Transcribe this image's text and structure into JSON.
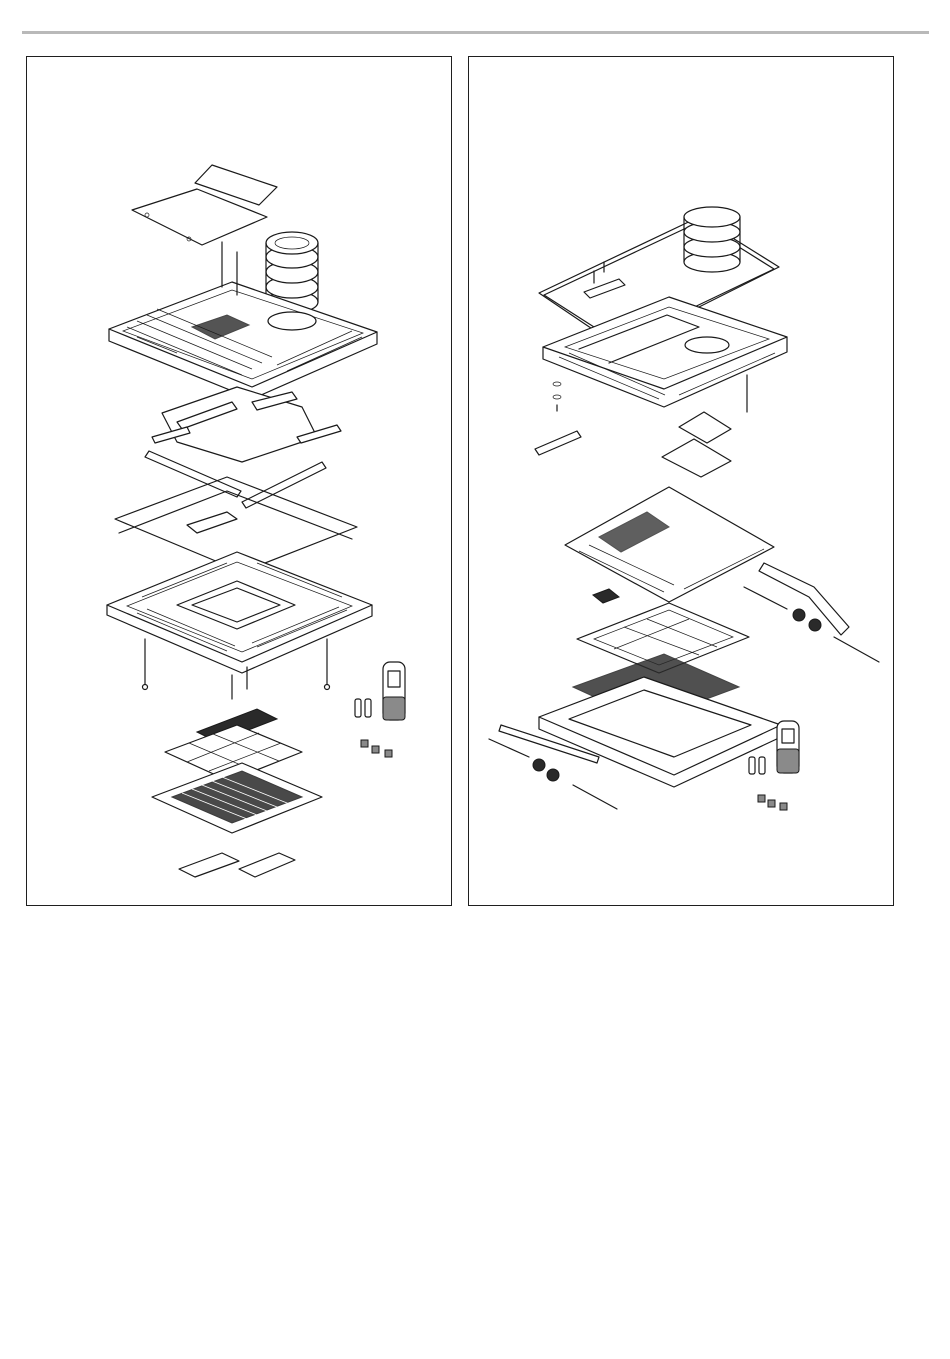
{
  "page": {
    "colors": {
      "rule": "#b9b9b9",
      "line": "#1a1a1a",
      "fill_dark": "#2a2a2a",
      "fill_mid": "#8a8a8a"
    }
  },
  "left_diagram": {
    "parts": [
      "top-cover-plate",
      "duct-collar",
      "upper-housing",
      "louver-assembly",
      "frame-wire",
      "base-housing",
      "mounting-bolts",
      "filter",
      "grille",
      "remote-control",
      "batteries",
      "clips",
      "labels"
    ]
  },
  "right_diagram": {
    "parts": [
      "wire-frame",
      "duct-collar",
      "upper-housing",
      "bracket",
      "deflector",
      "baffle-plate",
      "filter-frame",
      "mesh-filter",
      "lower-frame",
      "springs",
      "knobs",
      "remote-control",
      "batteries",
      "clips"
    ]
  }
}
